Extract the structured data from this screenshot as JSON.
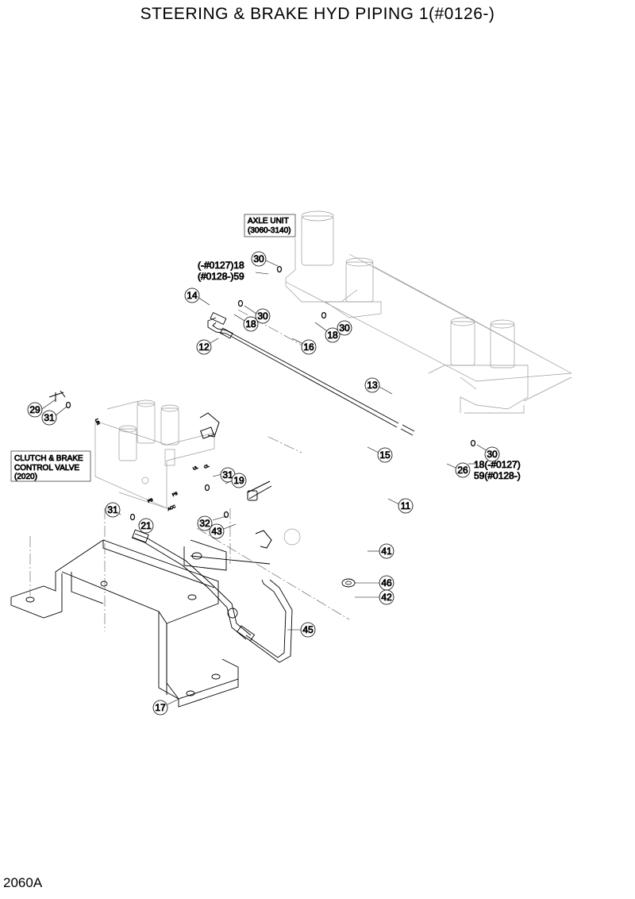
{
  "title": "STEERING & BRAKE HYD PIPING 1(#0126-)",
  "page_code": "2060A",
  "labels": {
    "axle_unit": [
      "AXLE UNIT",
      "(3060-3140)"
    ],
    "clutch_brake_valve": [
      "CLUTCH & BRAKE",
      "CONTROL VALVE",
      "(2020)"
    ]
  },
  "serial_notes": {
    "left_18": "(-#0127)18",
    "left_59": "(#0128-)59",
    "right_18": "18(-#0127)",
    "right_59": "59(#0128-)"
  },
  "valve_ports": {
    "lr": "L/R",
    "ul": "UL",
    "cl": "CL",
    "pb": "PB",
    "ps": "PS",
    "acc": "ACC"
  },
  "callouts": {
    "c30a": "30",
    "c14": "14",
    "c30b": "30",
    "c18a": "18",
    "c18b": "18",
    "c30c": "30",
    "c12": "12",
    "c16": "16",
    "c13": "13",
    "c29": "29",
    "c31a": "31",
    "c15": "15",
    "c30d": "30",
    "c26": "26",
    "c31b": "31",
    "c19": "19",
    "c31c": "31",
    "c11": "11",
    "c21": "21",
    "c32": "32",
    "c43": "43",
    "c41": "41",
    "c46": "46",
    "c42": "42",
    "c45": "45",
    "c17": "17"
  }
}
